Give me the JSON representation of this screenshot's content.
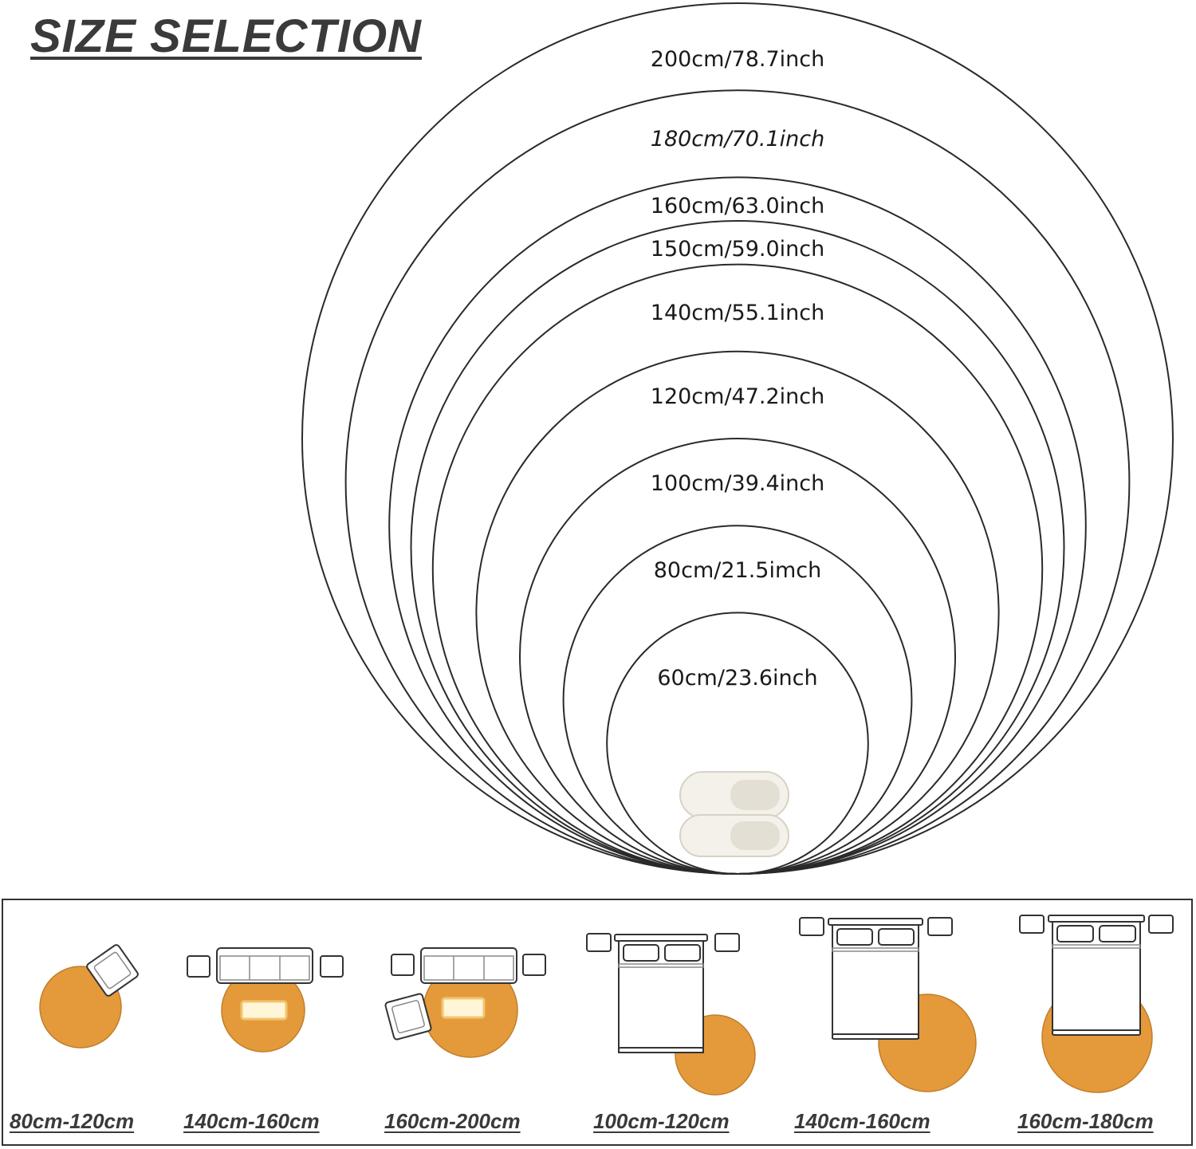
{
  "title": "SIZE SELECTION",
  "sizes": [
    {
      "label": "200cm/78.7inch",
      "cm": 200
    },
    {
      "label": "180cm/70.1inch",
      "cm": 180
    },
    {
      "label": "160cm/63.0inch",
      "cm": 160
    },
    {
      "label": "150cm/59.0inch",
      "cm": 150
    },
    {
      "label": "140cm/55.1inch",
      "cm": 140
    },
    {
      "label": "120cm/47.2inch",
      "cm": 120
    },
    {
      "label": "100cm/39.4inch",
      "cm": 100
    },
    {
      "label": "80cm/21.5imch",
      "cm": 80
    },
    {
      "label": "60cm/23.6inch",
      "cm": 60
    }
  ],
  "placements": [
    {
      "label": "80cm-120cm"
    },
    {
      "label": "140cm-160cm"
    },
    {
      "label": "160cm-200cm"
    },
    {
      "label": "100cm-120cm"
    },
    {
      "label": "140cm-160cm"
    },
    {
      "label": "160cm-180cm"
    }
  ],
  "colors": {
    "rug": "#e49a3b",
    "outline": "#2a2a2a"
  },
  "icons": [
    "slippers-icon",
    "armchair-icon",
    "sofa-icon",
    "side-table-icon",
    "bed-icon",
    "pillow-icon",
    "round-rug-icon"
  ]
}
